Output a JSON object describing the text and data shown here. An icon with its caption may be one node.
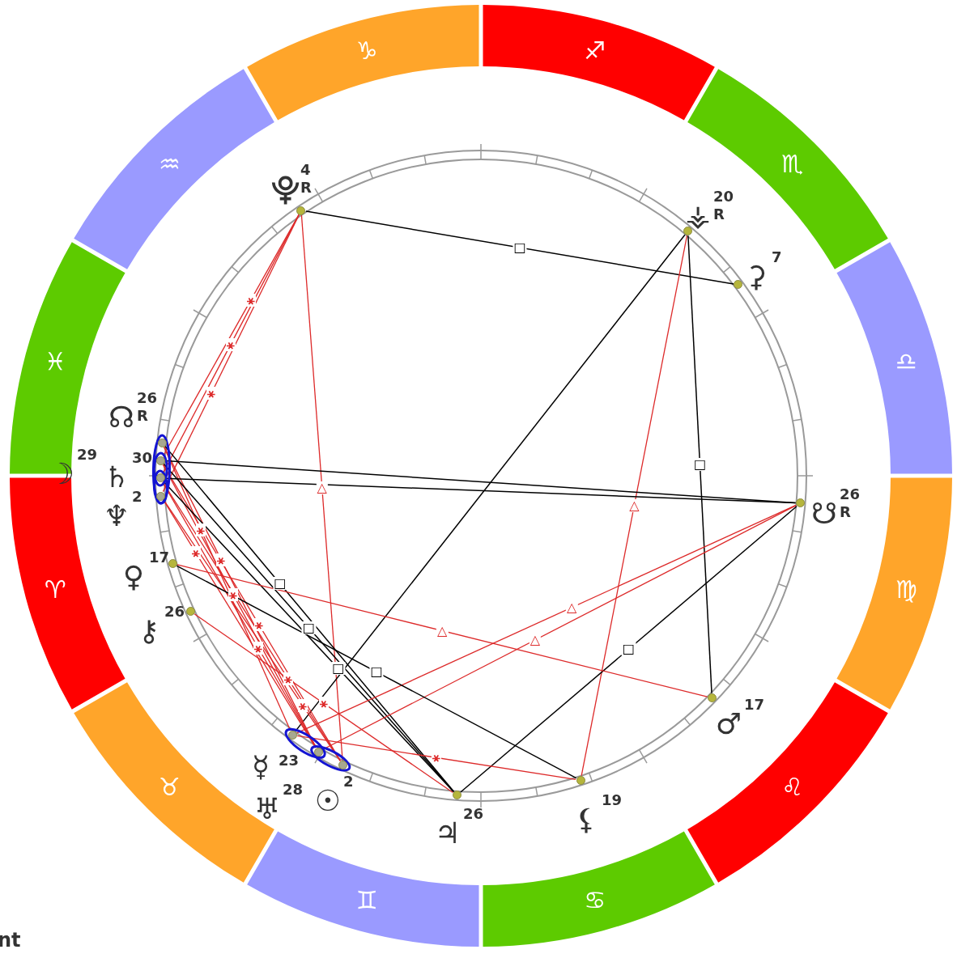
{
  "diagram": {
    "nodes": [
      {
        "text": [
          "♈"
        ]
      },
      {
        "text": [
          "♉"
        ]
      },
      {
        "text": [
          "♊"
        ]
      },
      {
        "text": [
          "♋"
        ]
      },
      {
        "text": [
          "♌"
        ]
      },
      {
        "text": [
          "♍"
        ]
      },
      {
        "text": [
          "♎"
        ]
      },
      {
        "text": [
          "♏"
        ]
      },
      {
        "text": [
          "♐"
        ]
      },
      {
        "text": [
          "♑"
        ]
      },
      {
        "text": [
          "♒"
        ]
      },
      {
        "text": [
          "♓"
        ]
      },
      {
        "text": [],
        "shape": "circle",
        "beside": [
          "⯓",
          "4",
          "R"
        ]
      },
      {
        "text": [],
        "shape": "circle",
        "beside": [
          "⚶",
          "20",
          "R"
        ]
      },
      {
        "text": [],
        "shape": "circle",
        "beside": [
          "⚳",
          "7"
        ]
      },
      {
        "text": [],
        "shape": "circle",
        "beside": [
          "☊",
          "26",
          "R"
        ]
      },
      {
        "text": [],
        "shape": "circle",
        "beside": [
          "☽",
          "29"
        ]
      },
      {
        "text": [],
        "shape": "circle",
        "beside": [
          "♄",
          "30"
        ]
      },
      {
        "text": [],
        "shape": "circle",
        "beside": [
          "♆",
          "2"
        ]
      },
      {
        "text": [],
        "shape": "circle",
        "beside": [
          "☋",
          "26",
          "R"
        ]
      },
      {
        "text": [],
        "shape": "circle",
        "beside": [
          "♀",
          "17"
        ]
      },
      {
        "text": [],
        "shape": "circle",
        "beside": [
          "⚷",
          "26"
        ]
      },
      {
        "text": [],
        "shape": "circle",
        "beside": [
          "♂",
          "17"
        ]
      },
      {
        "text": [],
        "shape": "circle",
        "beside": [
          "☿",
          "23"
        ]
      },
      {
        "text": [],
        "shape": "circle",
        "beside": [
          "♅",
          "28"
        ]
      },
      {
        "text": [],
        "shape": "circle",
        "beside": [
          "☉",
          "2"
        ]
      },
      {
        "text": [],
        "shape": "circle",
        "beside": [
          "⚸",
          "19"
        ]
      },
      {
        "text": [],
        "shape": "circle",
        "beside": [
          "♃",
          "26"
        ]
      }
    ],
    "edges": [
      {
        "from": 12,
        "to": 14,
        "arrow": "none",
        "label": "□",
        "color": "#000000"
      },
      {
        "from": 12,
        "to": 16,
        "arrow": "none",
        "label": "⚹"
      },
      {
        "from": 12,
        "to": 17,
        "arrow": "none",
        "label": "⚹"
      },
      {
        "from": 12,
        "to": 18,
        "arrow": "none",
        "label": "⚹"
      },
      {
        "from": 12,
        "to": 25,
        "arrow": "none",
        "label": "△"
      },
      {
        "from": 13,
        "to": 22,
        "arrow": "none",
        "label": "□",
        "color": "#000000"
      },
      {
        "from": 13,
        "to": 26,
        "arrow": "none",
        "label": "△"
      },
      {
        "from": 13,
        "to": 23,
        "arrow": "none",
        "color": "#000000"
      },
      {
        "from": 15,
        "to": 27,
        "arrow": "none",
        "label": "□",
        "color": "#000000"
      },
      {
        "from": 15,
        "to": 23,
        "arrow": "none",
        "label": "⚹"
      },
      {
        "from": 15,
        "to": 24,
        "arrow": "none",
        "label": "⚹"
      },
      {
        "from": 16,
        "to": 19,
        "arrow": "none",
        "color": "#000000"
      },
      {
        "from": 16,
        "to": 27,
        "arrow": "none",
        "label": "□",
        "color": "#000000"
      },
      {
        "from": 16,
        "to": 24,
        "arrow": "none",
        "label": "⚹"
      },
      {
        "from": 16,
        "to": 25,
        "arrow": "none",
        "label": "⚹"
      },
      {
        "from": 17,
        "to": 19,
        "arrow": "none",
        "color": "#000000"
      },
      {
        "from": 17,
        "to": 27,
        "arrow": "none",
        "label": "□",
        "color": "#000000"
      },
      {
        "from": 17,
        "to": 24,
        "arrow": "none",
        "label": "⚹"
      },
      {
        "from": 17,
        "to": 25,
        "arrow": "none",
        "label": "⚹"
      },
      {
        "from": 18,
        "to": 24,
        "arrow": "none",
        "label": "⚹"
      },
      {
        "from": 18,
        "to": 25,
        "arrow": "none",
        "label": "⚹"
      },
      {
        "from": 19,
        "to": 23,
        "arrow": "none",
        "label": "△"
      },
      {
        "from": 19,
        "to": 24,
        "arrow": "none",
        "label": "△"
      },
      {
        "from": 19,
        "to": 27,
        "arrow": "none",
        "label": "□",
        "color": "#000000"
      },
      {
        "from": 20,
        "to": 26,
        "arrow": "none",
        "label": "□",
        "color": "#000000"
      },
      {
        "from": 20,
        "to": 22,
        "arrow": "none",
        "label": "△"
      },
      {
        "from": 21,
        "to": 27,
        "arrow": "none",
        "label": "⚹"
      },
      {
        "from": 23,
        "to": 26,
        "arrow": "none",
        "label": "⚹"
      }
    ],
    "labels": [
      "nt"
    ]
  }
}
